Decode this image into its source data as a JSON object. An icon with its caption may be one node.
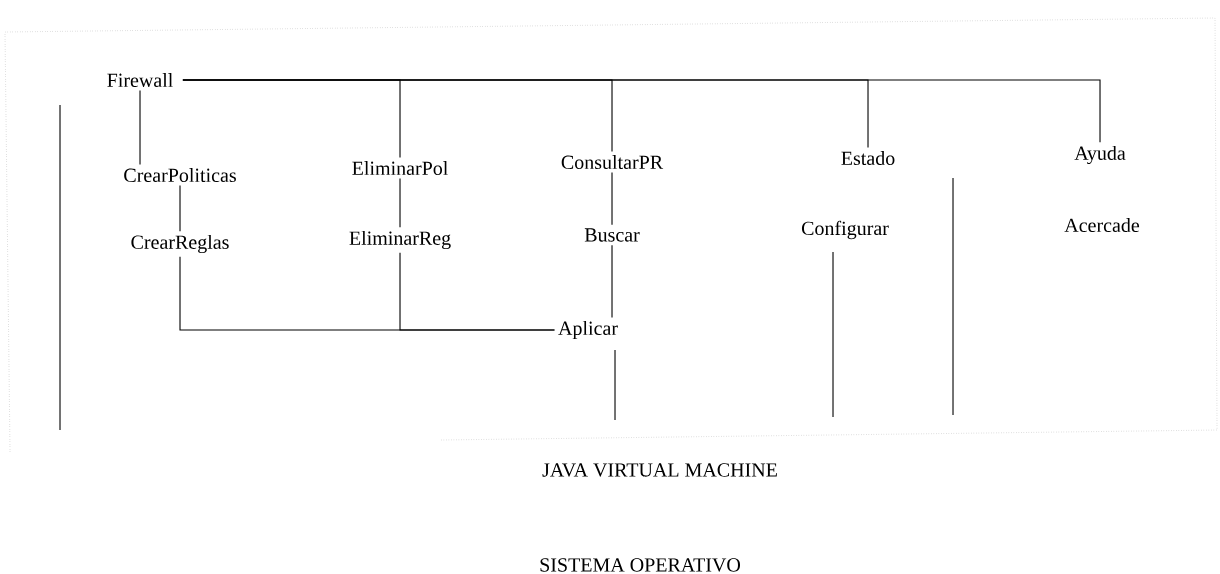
{
  "diagram": {
    "nodes": [
      {
        "text": [
          "Firewall"
        ]
      },
      {
        "text": [
          "CrearPoliticas"
        ]
      },
      {
        "text": [
          "CrearReglas"
        ]
      },
      {
        "text": [
          "EliminarPol"
        ]
      },
      {
        "text": [
          "EliminarReg"
        ]
      },
      {
        "text": [
          "ConsultarPR"
        ]
      },
      {
        "text": [
          "Buscar"
        ]
      },
      {
        "text": [
          "Aplicar"
        ]
      },
      {
        "text": [
          "Estado"
        ]
      },
      {
        "text": [
          "Configurar"
        ]
      },
      {
        "text": [
          "Ayuda"
        ]
      },
      {
        "text": [
          "Acercade"
        ]
      }
    ],
    "edges": [
      {
        "from": 0,
        "to": 1,
        "arrow": "none"
      },
      {
        "from": 1,
        "to": 2,
        "arrow": "none"
      },
      {
        "from": 0,
        "to": 3,
        "arrow": "none"
      },
      {
        "from": 3,
        "to": 4,
        "arrow": "none"
      },
      {
        "from": 0,
        "to": 5,
        "arrow": "none"
      },
      {
        "from": 5,
        "to": 6,
        "arrow": "none"
      },
      {
        "from": 6,
        "to": 7,
        "arrow": "none"
      },
      {
        "from": 0,
        "to": 8,
        "arrow": "none"
      },
      {
        "from": 0,
        "to": 10,
        "arrow": "none"
      },
      {
        "from": 2,
        "to": 7,
        "arrow": "none"
      },
      {
        "from": 4,
        "to": 7,
        "arrow": "none"
      }
    ],
    "labels": [
      "JAVA VIRTUAL MACHINE",
      "SISTEMA OPERATIVO"
    ]
  }
}
